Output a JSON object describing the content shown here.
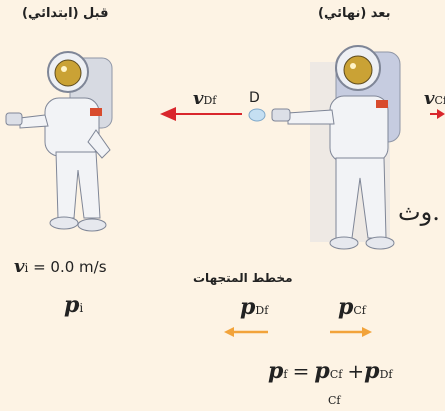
{
  "headers": {
    "before": "قبل (ابتدائي)",
    "after": "بعد (نهائي)"
  },
  "labels": {
    "v_df_main": "v",
    "v_df_sub": "Df",
    "point_d": "D",
    "v_cf_main": "v",
    "v_cf_sub": "Cf",
    "side_text": "وث.",
    "vi_main": "v",
    "vi_sub": "i",
    "vi_value": "= 0.0 m/s",
    "pi_main": "p",
    "pi_sub": "i",
    "vector_diagram_title": "مخطط المتجهات",
    "pdf_main": "p",
    "pdf_sub": "Df",
    "pcf_main": "p",
    "pcf_sub": "Cf",
    "eq_pf": "p",
    "eq_pf_sub": "f",
    "eq_equals": "=",
    "eq_pcf": "p",
    "eq_pcf_sub": "Cf",
    "eq_plus": "+",
    "eq_pdf": "p",
    "eq_pdf_sub": "Df",
    "eq_below": "Cf"
  },
  "colors": {
    "red_arrow": "#d9262c",
    "orange_arrow": "#f2a33a",
    "background": "#fdf3e4",
    "suit": "#f2f3f6",
    "helmet_visor": "#caa235"
  }
}
